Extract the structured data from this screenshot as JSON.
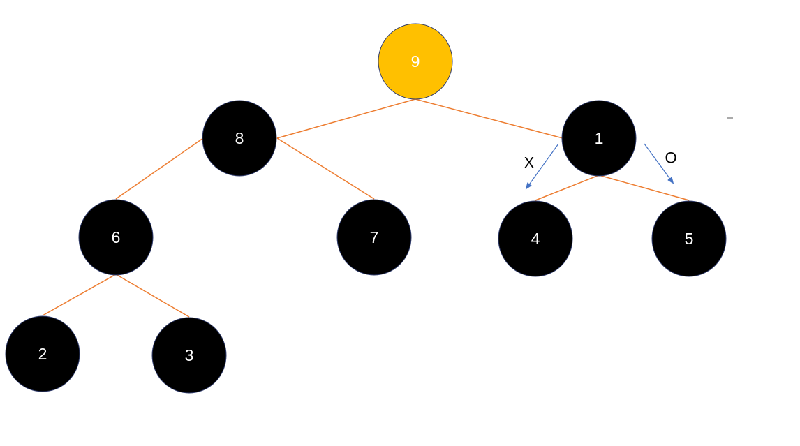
{
  "diagram": {
    "type": "binary-tree",
    "colors": {
      "edge": "#ED7D31",
      "arrow": "#4472C4",
      "node_default": "#000000",
      "node_highlight": "#FFC000",
      "node_text": "#FFFFFF",
      "node_border": "#2F3B6B"
    },
    "nodes": [
      {
        "id": "n9",
        "label": "9",
        "highlight": true
      },
      {
        "id": "n8",
        "label": "8",
        "highlight": false
      },
      {
        "id": "n1",
        "label": "1",
        "highlight": false
      },
      {
        "id": "n6",
        "label": "6",
        "highlight": false
      },
      {
        "id": "n7",
        "label": "7",
        "highlight": false
      },
      {
        "id": "n4",
        "label": "4",
        "highlight": false
      },
      {
        "id": "n5",
        "label": "5",
        "highlight": false
      },
      {
        "id": "n2",
        "label": "2",
        "highlight": false
      },
      {
        "id": "n3",
        "label": "3",
        "highlight": false
      }
    ],
    "edges": [
      {
        "from": "n9",
        "to": "n8"
      },
      {
        "from": "n9",
        "to": "n1"
      },
      {
        "from": "n8",
        "to": "n6"
      },
      {
        "from": "n8",
        "to": "n7"
      },
      {
        "from": "n1",
        "to": "n4"
      },
      {
        "from": "n1",
        "to": "n5"
      },
      {
        "from": "n6",
        "to": "n2"
      },
      {
        "from": "n6",
        "to": "n3"
      }
    ],
    "arrows": [
      {
        "id": "arrow-x",
        "from": "n1",
        "to": "n4",
        "label": "X"
      },
      {
        "id": "arrow-o",
        "from": "n1",
        "to": "n5",
        "label": "O"
      }
    ]
  }
}
